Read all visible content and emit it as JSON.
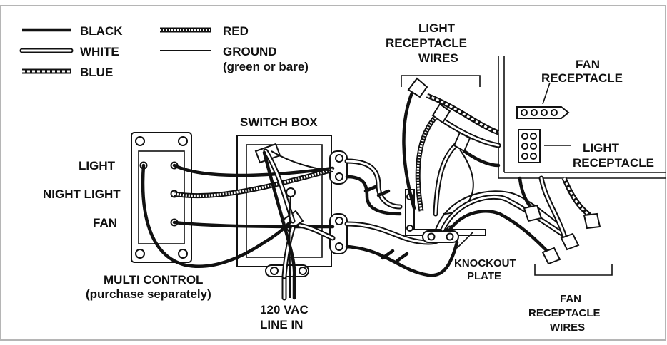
{
  "legend": {
    "black": "BLACK",
    "white": "WHITE",
    "blue": "BLUE",
    "red": "RED",
    "ground_line1": "GROUND",
    "ground_line2": "(green or bare)"
  },
  "labels": {
    "light": "LIGHT",
    "night_light": "NIGHT LIGHT",
    "fan": "FAN",
    "multi_control_line1": "MULTI CONTROL",
    "multi_control_line2": "(purchase separately)",
    "switch_box": "SWITCH BOX",
    "line_in_line1": "120 VAC",
    "line_in_line2": "LINE IN",
    "light_receptacle_wires_line1": "LIGHT",
    "light_receptacle_wires_line2": "RECEPTACLE",
    "light_receptacle_wires_line3": "WIRES",
    "fan_receptacle_line1": "FAN",
    "fan_receptacle_line2": "RECEPTACLE",
    "light_receptacle_line1": "LIGHT",
    "light_receptacle_line2": "RECEPTACLE",
    "knockout_plate_line1": "KNOCKOUT",
    "knockout_plate_line2": "PLATE",
    "fan_receptacle_wires_line1": "FAN",
    "fan_receptacle_wires_line2": "RECEPTACLE",
    "fan_receptacle_wires_line3": "WIRES"
  },
  "colors": {
    "ink": "#111111",
    "frame": "#b5b5b5",
    "background": "#ffffff"
  }
}
